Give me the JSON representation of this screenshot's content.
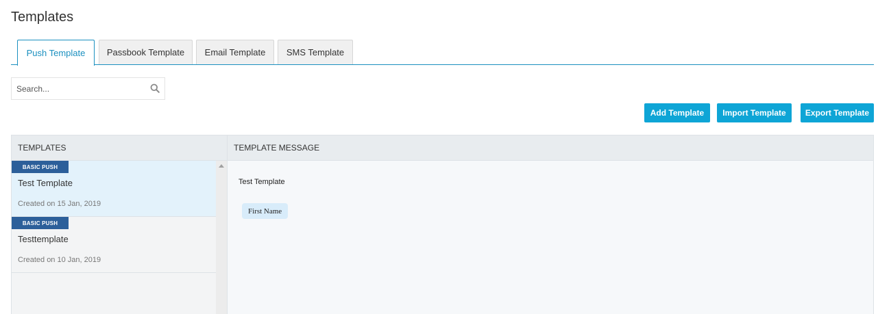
{
  "page": {
    "title": "Templates"
  },
  "tabs": [
    {
      "label": "Push Template",
      "active": true
    },
    {
      "label": "Passbook Template",
      "active": false
    },
    {
      "label": "Email Template",
      "active": false
    },
    {
      "label": "SMS Template",
      "active": false
    }
  ],
  "search": {
    "placeholder": "Search...",
    "value": "",
    "icon": "search-icon"
  },
  "actions": {
    "add_label": "Add Template",
    "import_label": "Import Template",
    "export_label": "Export Template"
  },
  "table": {
    "col_templates": "TEMPLATES",
    "col_message": "TEMPLATE MESSAGE"
  },
  "templates": [
    {
      "badge": "BASIC PUSH",
      "name": "Test Template",
      "created": "Created on 15 Jan, 2019",
      "selected": true
    },
    {
      "badge": "BASIC PUSH",
      "name": "Testtemplate",
      "created": "Created on 10 Jan, 2019",
      "selected": false
    }
  ],
  "message": {
    "title": "Test Template",
    "chip": "First Name"
  },
  "colors": {
    "accent": "#1a8fbf",
    "button": "#0ea5d6",
    "badge": "#2c5f9a",
    "selected_row": "#e3f2fb"
  }
}
